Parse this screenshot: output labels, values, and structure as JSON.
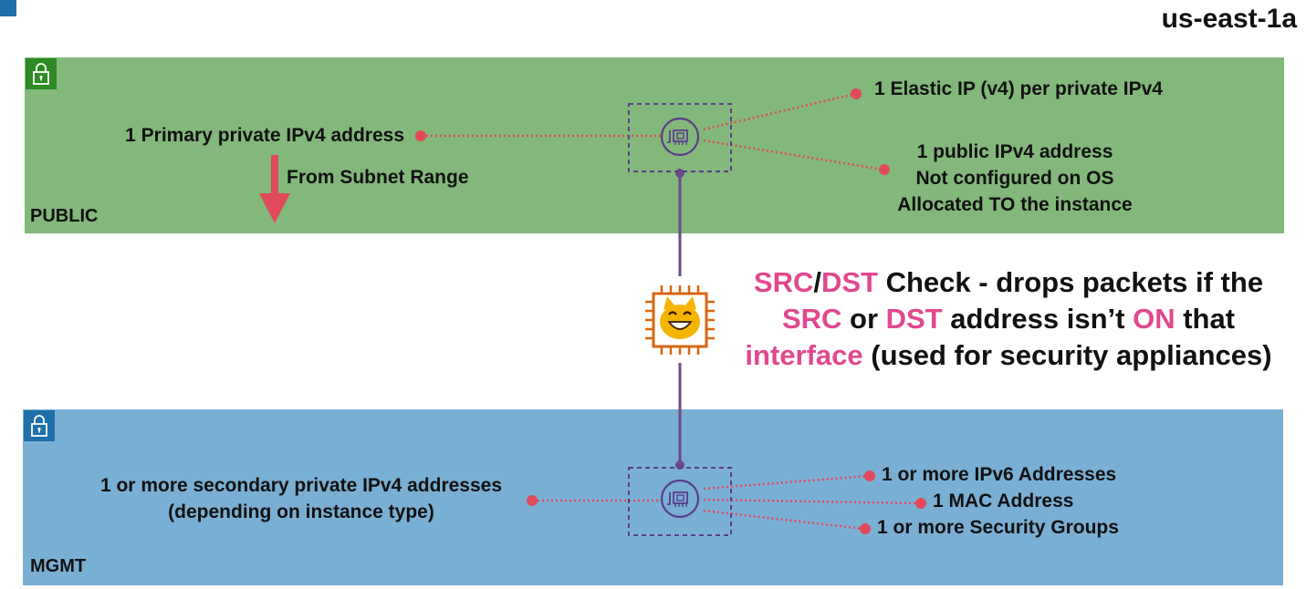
{
  "availability_zone": "us-east-1a",
  "subnets": {
    "public": {
      "name": "PUBLIC",
      "color": "#82b87a",
      "lock_color": "#2e8a25"
    },
    "mgmt": {
      "name": "MGMT",
      "color": "#7aafd4",
      "lock_color": "#1f6fa8"
    }
  },
  "public_eni": {
    "primary_ip": "1 Primary private IPv4 address",
    "from_subnet": "From Subnet Range",
    "elastic_ip": "1 Elastic IP (v4) per private IPv4",
    "public_ip_lines": [
      "1 public IPv4 address",
      "Not configured on OS",
      "Allocated TO the instance"
    ]
  },
  "check": {
    "line1": {
      "src": "SRC",
      "slash": "/",
      "dst": "DST",
      "rest": " Check - drops packets if the"
    },
    "line2": {
      "src": "SRC",
      "or": " or ",
      "dst": "DST",
      "mid": " address isn’t ",
      "on": "ON",
      "end": " that"
    },
    "line3": {
      "interface": "interface",
      "rest": " (used for security appliances)"
    }
  },
  "mgmt_eni": {
    "secondary_lines": [
      "1 or more secondary private IPv4 addresses",
      "(depending on instance type)"
    ],
    "ipv6": "1 or more IPv6 Addresses",
    "mac": "1 MAC Address",
    "security_groups": "1 or more Security Groups"
  },
  "colors": {
    "highlight": "#e0488f",
    "dotted_line": "#e04a5a",
    "eni_purple": "#5a3d8a",
    "instance_orange": "#d86613",
    "arrow": "#e04a5a"
  },
  "icons": {
    "lock": "lock-icon",
    "eni": "network-interface-icon",
    "instance": "ec2-instance-cat-icon"
  }
}
